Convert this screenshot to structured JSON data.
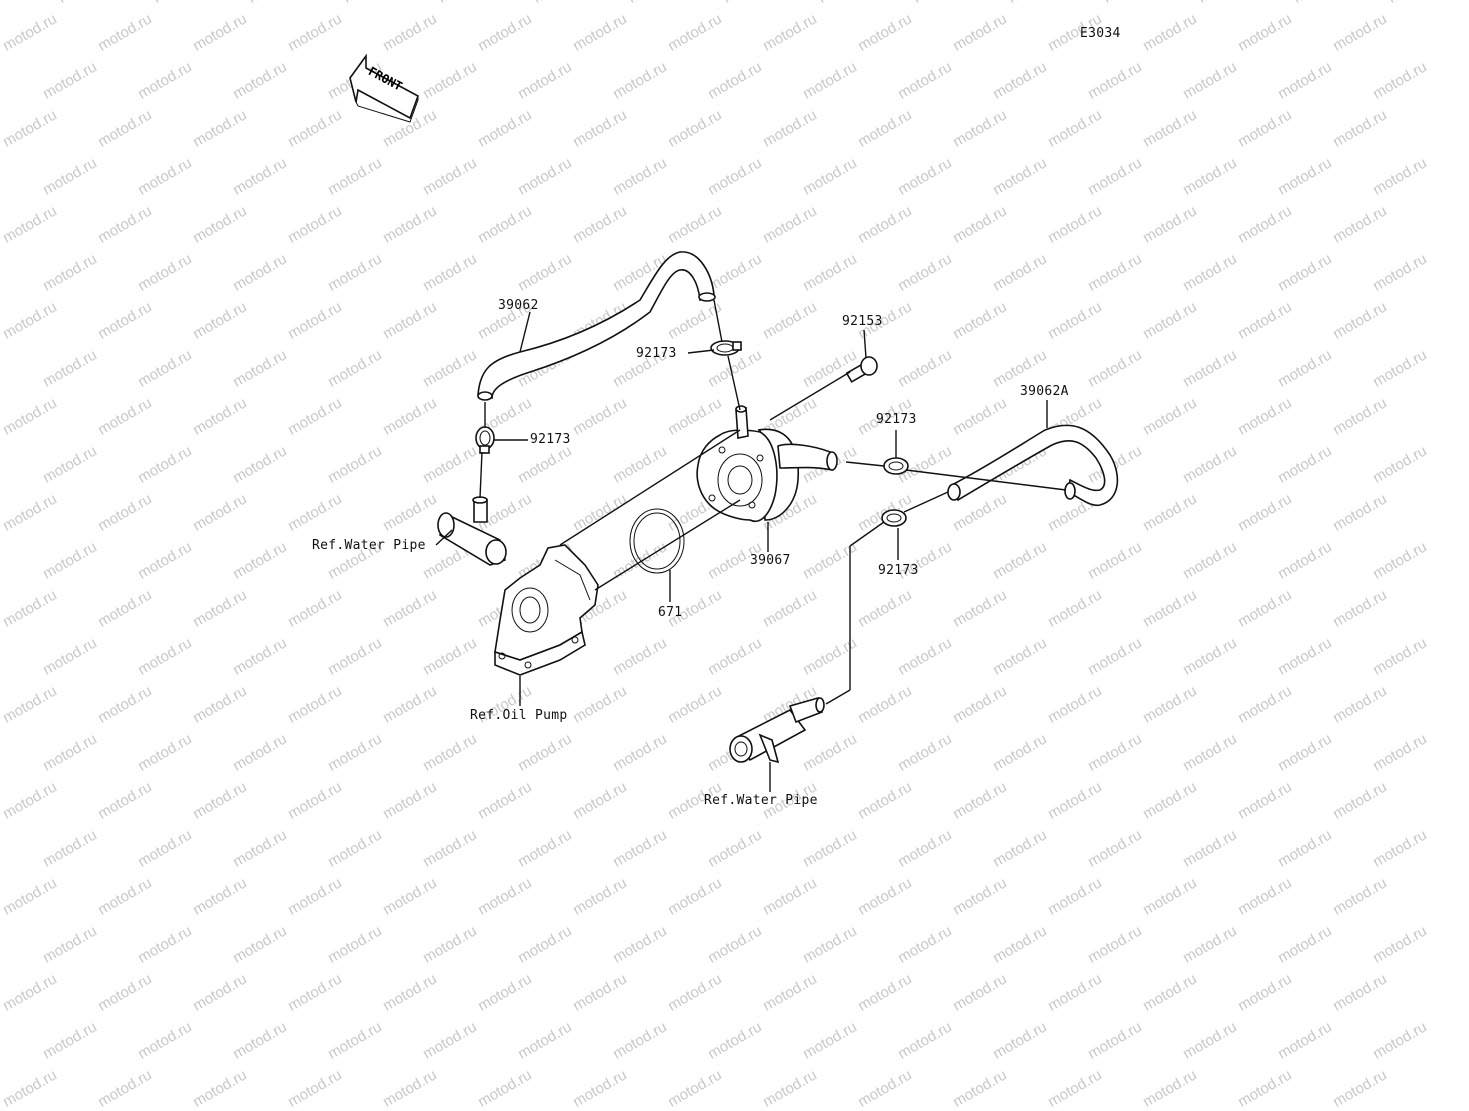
{
  "diagram": {
    "code": "E3034",
    "front_label": "FRONT",
    "watermark": "motod.ru",
    "parts": {
      "hose_main": "39062",
      "hose_right": "39062A",
      "clamp_top": "92173",
      "clamp_left": "92173",
      "clamp_right_upper": "92173",
      "clamp_right_lower": "92173",
      "bolt": "92153",
      "oil_cooler": "39067",
      "o_ring": "671"
    },
    "refs": {
      "water_pipe_left": "Ref.Water Pipe",
      "oil_pump": "Ref.Oil Pump",
      "water_pipe_bottom": "Ref.Water Pipe"
    }
  }
}
